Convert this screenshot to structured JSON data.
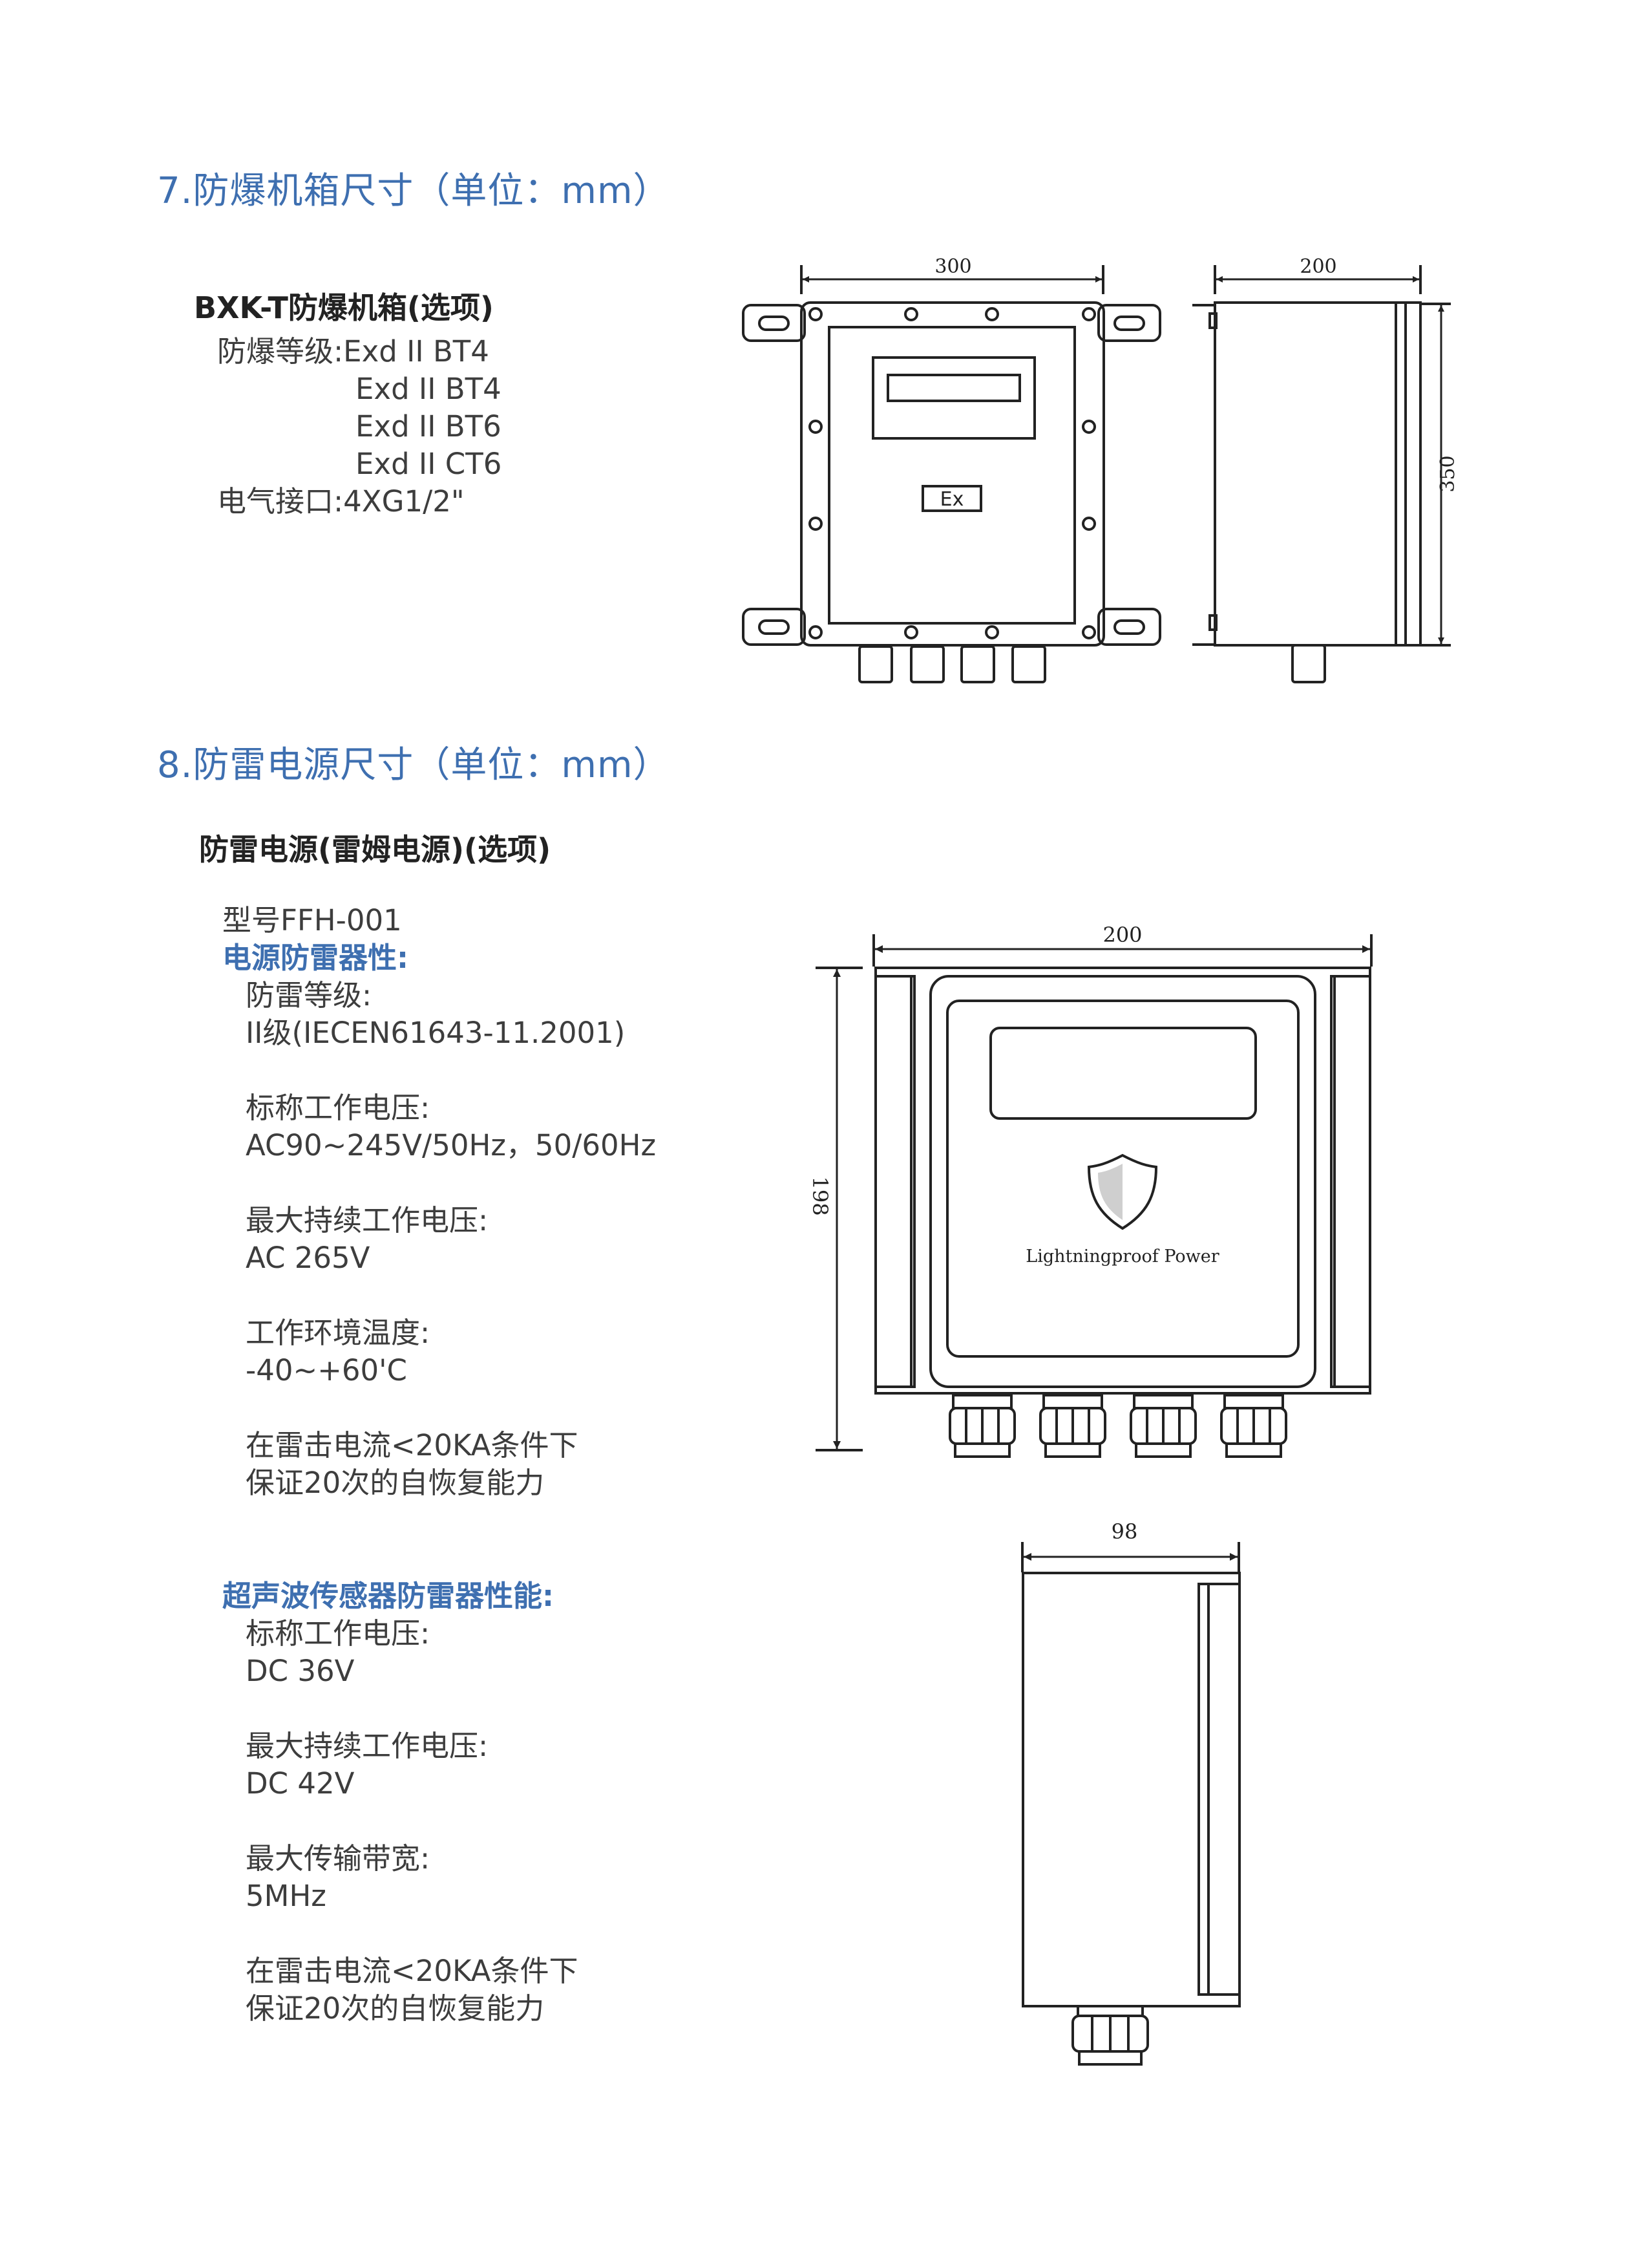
{
  "sections": {
    "box": {
      "title": "7.防爆机箱尺寸（单位：mm）",
      "subtitle": "BXK-T防爆机箱(选项)",
      "lines": [
        "防爆等级:Exd II BT4",
        "Exd II BT4",
        "Exd II BT6",
        "Exd II CT6",
        "电气接口:4XG1/2\""
      ],
      "drawing": {
        "front_width": "300",
        "side_width": "200",
        "height": "350",
        "ex_label": "Ex"
      }
    },
    "power": {
      "title": "8.防雷电源尺寸（单位：mm）",
      "subtitle": "防雷电源(雷姆电源)(选项)",
      "model": "型号FFH-001",
      "group1_heading": "电源防雷器性:",
      "group1": [
        "防雷等级:",
        "II级(IECEN61643-11.2001)",
        "标称工作电压:",
        "AC90~245V/50Hz，50/60Hz",
        "最大持续工作电压:",
        "AC 265V",
        "工作环境温度:",
        "-40~+60'C",
        "在雷击电流<20KA条件下",
        "保证20次的自恢复能力"
      ],
      "group2_heading": "超声波传感器防雷器性能:",
      "group2": [
        "标称工作电压:",
        "DC 36V",
        "最大持续工作电压:",
        "DC 42V",
        "最大传输带宽:",
        "5MHz",
        "在雷击电流<20KA条件下",
        "保证20次的自恢复能力"
      ],
      "drawing": {
        "front_width": "200",
        "front_height": "198",
        "brand_label": "Lightningproof Power",
        "side_width": "98"
      }
    }
  },
  "colors": {
    "heading": "#3e6fb0",
    "text": "#3d3d3d",
    "line": "#222222"
  }
}
